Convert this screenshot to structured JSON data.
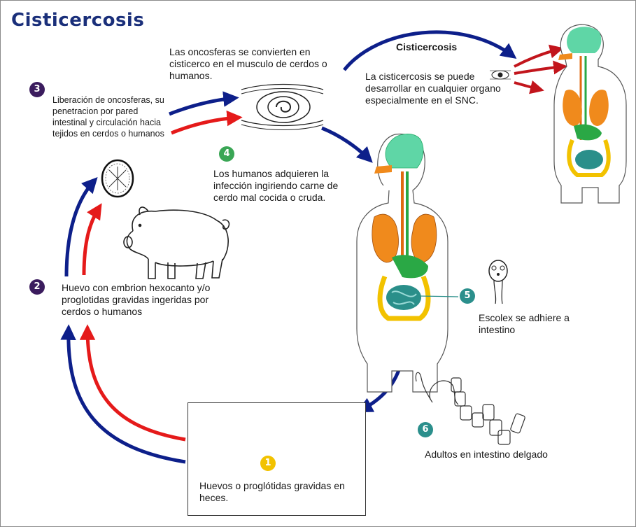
{
  "title": "Cisticercosis",
  "steps": {
    "s1": {
      "num": "1",
      "color": "#f2c200",
      "text": "Huevos o proglótidas gravidas en heces."
    },
    "s2": {
      "num": "2",
      "color": "#3b1c5e",
      "text": "Huevo con embrion hexocanto y/o proglotidas gravidas ingeridas por cerdos o humanos"
    },
    "s3": {
      "num": "3",
      "color": "#3b1c5e",
      "text": "Liberación de oncosferas, su penetracion por pared intestinal y circulación hacia tejidos en cerdos o humanos"
    },
    "s4": {
      "num": "4",
      "color": "#3aa655",
      "text": "Los humanos adquieren la infección ingiriendo carne de cerdo mal cocida o cruda."
    },
    "s5": {
      "num": "5",
      "color": "#2b8f8c",
      "text": "Escolex se adhiere a intestino"
    },
    "s6": {
      "num": "6",
      "color": "#2b8f8c",
      "text": "Adultos en intestino delgado"
    }
  },
  "muscle_text": "Las oncosferas se convierten en cisticerco en el musculo de cerdos o humanos.",
  "cisticercosis": {
    "heading": "Cisticercosis",
    "text_part1": "La cisticercosis se puede",
    "text_part2": "desarrollar en cualquier organo especialmente en el SNC."
  },
  "colors": {
    "blue_arrow": "#0d1f8a",
    "red_arrow": "#e51a1a",
    "title": "#1a2f7a",
    "brain": "#5fd6a6",
    "lungs": "#f08a1c",
    "intestine": "#2a8f8a",
    "esophagus": "#e06a10"
  }
}
